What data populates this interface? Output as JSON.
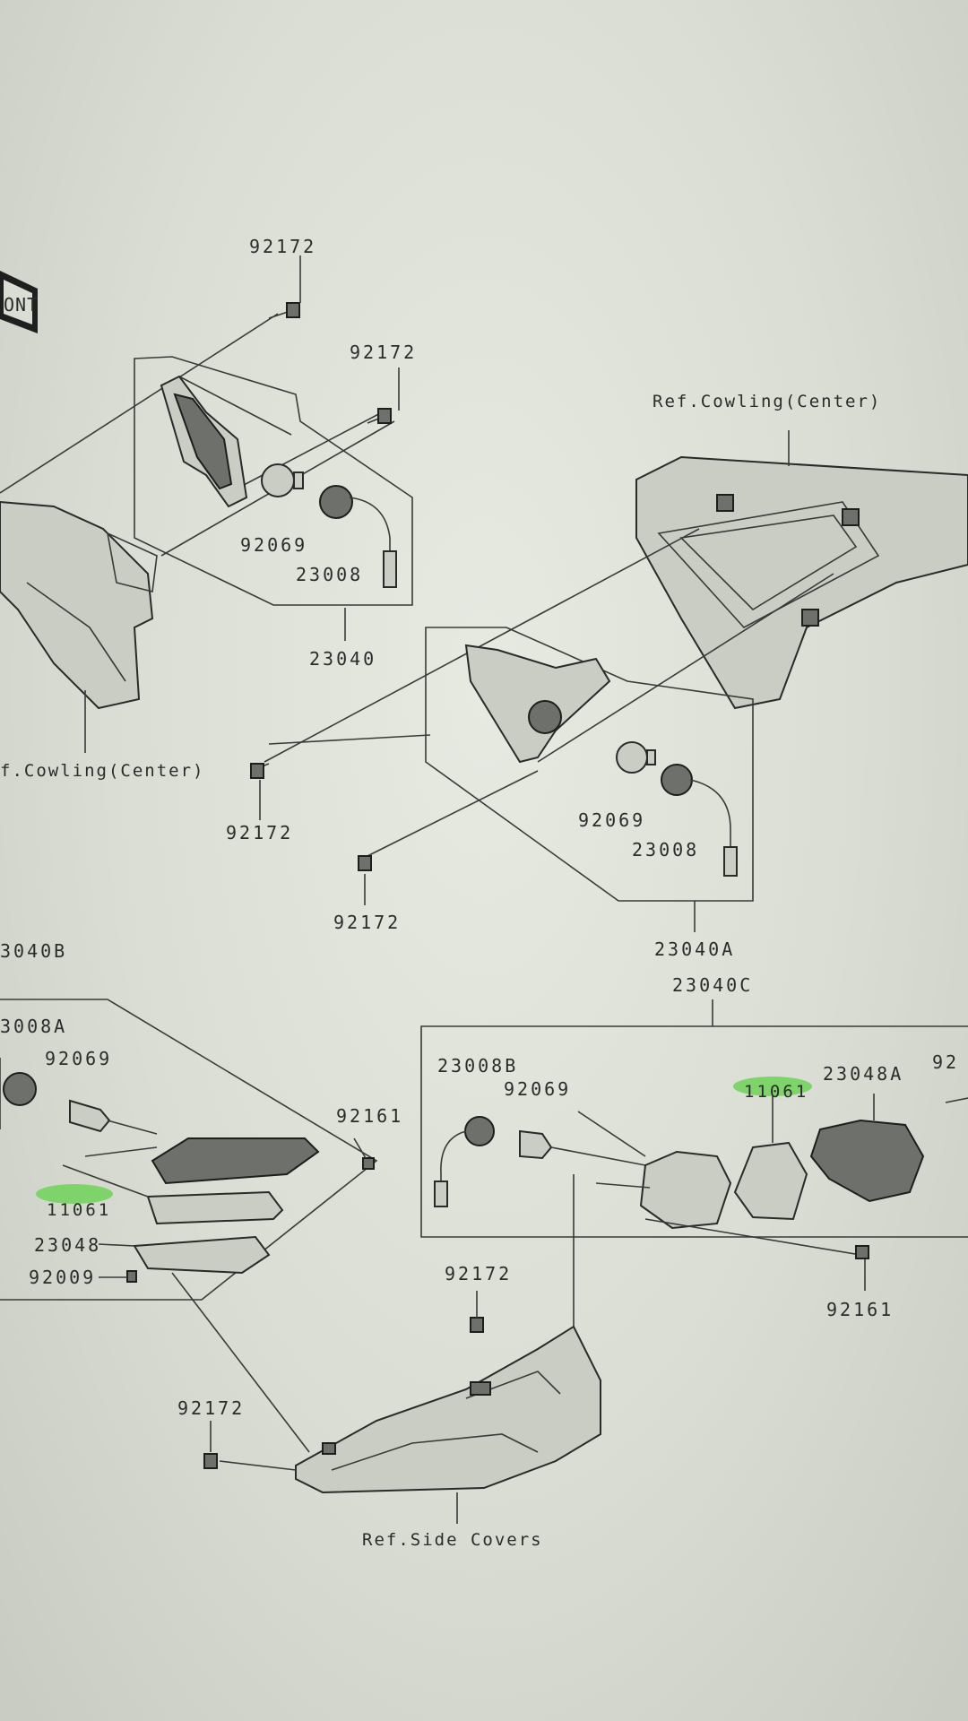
{
  "labels": {
    "front_tag": "ONT",
    "p_92172_top": "92172",
    "p_92172_b": "92172",
    "p_92069_a": "92069",
    "p_23008_a": "23008",
    "p_23040": "23040",
    "ref_cowling_left": "f.Cowling(Center)",
    "ref_cowling_right": "Ref.Cowling(Center)",
    "p_92172_c": "92172",
    "p_92172_d": "92172",
    "p_92069_b": "92069",
    "p_23008_b": "23008",
    "p_23040A": "23040A",
    "p_23040C": "23040C",
    "p_23040B": "3040B",
    "p_23008A": "3008A",
    "p_92069_c": "92069",
    "p_92161_a": "92161",
    "p_11061_left": "11061",
    "p_23048": "23048",
    "p_92009": "92009",
    "p_23008B": "23008B",
    "p_92069_d": "92069",
    "p_11061_right": "11061",
    "p_23048A": "23048A",
    "p_92_cut": "92",
    "p_92161_b": "92161",
    "p_92172_e": "92172",
    "p_92172_f": "92172",
    "ref_side_covers": "Ref.Side Covers"
  },
  "highlight_color": "#7fd36b"
}
